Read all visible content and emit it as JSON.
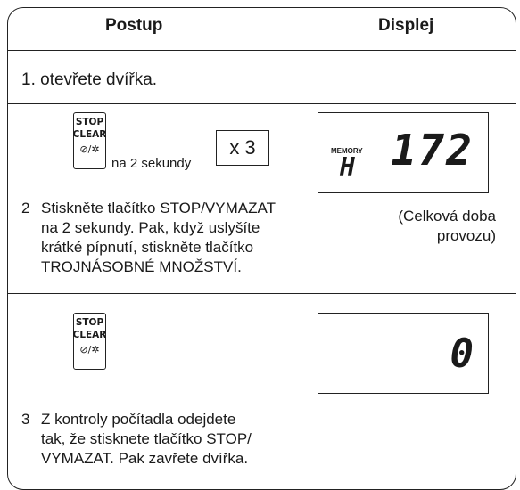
{
  "header": {
    "left": "Postup",
    "right": "Displej"
  },
  "step1": {
    "text": "1. otevřete dvířka."
  },
  "step2": {
    "button_lines": [
      "STOP",
      "CLEAR",
      "⊘/✲"
    ],
    "duration_label": "na 2 sekundy",
    "multiplier": "x 3",
    "number": "2",
    "lines": [
      "Stiskněte tlačítko STOP/VYMAZAT",
      "na 2 sekundy. Pak, když uslyšíte",
      "krátké pípnutí, stiskněte tlačítko",
      "TROJNÁSOBNÉ MNOŽSTVÍ."
    ],
    "display": {
      "memory_label": "MEMORY",
      "letter": "H",
      "value": "172"
    },
    "note_lines": [
      "(Celková doba",
      "provozu)"
    ]
  },
  "step3": {
    "button_lines": [
      "STOP",
      "CLEAR",
      "⊘/✲"
    ],
    "number": "3",
    "lines": [
      "Z kontroly počítadla odejdete",
      "tak, že stisknete tlačítko STOP/",
      "VYMAZAT. Pak zavřete dvířka."
    ],
    "display": {
      "value": "0"
    }
  }
}
